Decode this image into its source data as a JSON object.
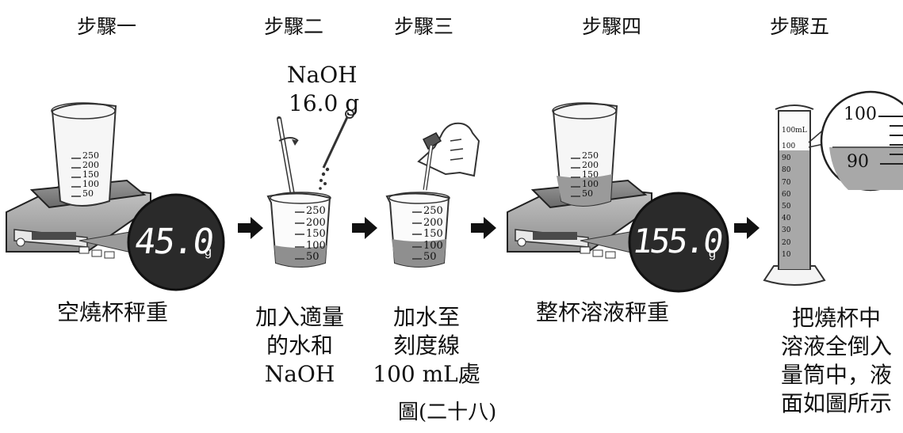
{
  "steps": [
    {
      "label": "步驟一",
      "caption": [
        "空燒杯秤重"
      ],
      "balance_reading": "45.0",
      "balance_unit": "g"
    },
    {
      "label": "步驟二",
      "caption": [
        "加入適量",
        "的水和",
        "NaOH"
      ],
      "reagent": "NaOH",
      "mass": "16.0 g"
    },
    {
      "label": "步驟三",
      "caption": [
        "加水至",
        "刻度線",
        "100 mL處"
      ]
    },
    {
      "label": "步驟四",
      "caption": [
        "整杯溶液秤重"
      ],
      "balance_reading": "155.0",
      "balance_unit": "g"
    },
    {
      "label": "步驟五",
      "caption": [
        "把燒杯中",
        "溶液全倒入",
        "量筒中，液",
        "面如圖所示"
      ]
    }
  ],
  "beaker_ticks": [
    "250",
    "200",
    "150",
    "100",
    "50"
  ],
  "cylinder": {
    "unit_label": "100mL",
    "ticks": [
      "100",
      "90",
      "80",
      "70",
      "60",
      "50",
      "40",
      "30",
      "20",
      "10"
    ],
    "zoom_upper": "100",
    "zoom_lower": "90"
  },
  "figure_caption": "圖(二十八)"
}
